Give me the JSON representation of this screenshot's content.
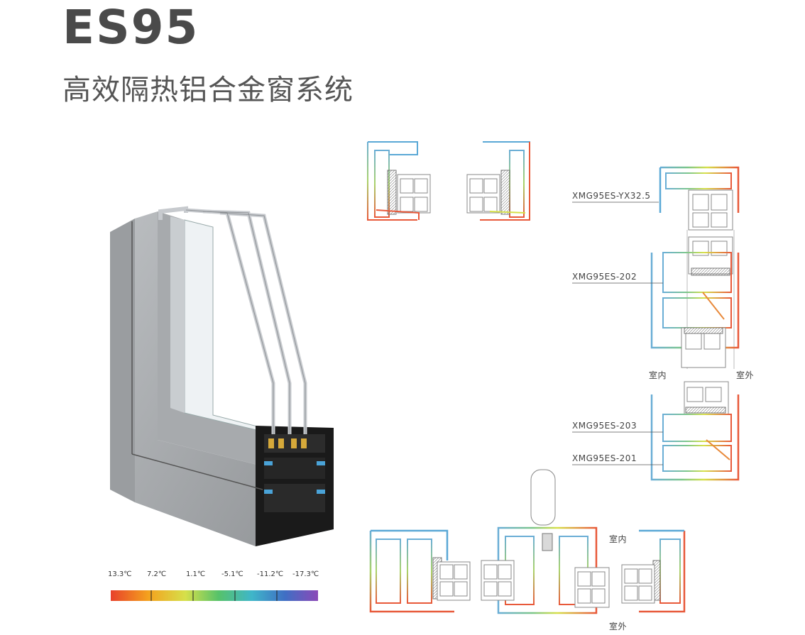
{
  "header": {
    "model": "ES95",
    "subtitle": "高效隔热铝合金窗系统"
  },
  "labels": {
    "yx": "XMG95ES-YX32.5",
    "p202": "XMG95ES-202",
    "p203": "XMG95ES-203",
    "p201": "XMG95ES-201",
    "indoor_right": "室内",
    "outdoor_right": "室外",
    "indoor_bottom": "室内",
    "outdoor_bottom": "室外"
  },
  "legend": {
    "ticks": [
      "13.3℃",
      "7.2℃",
      "1.1℃",
      "-5.1℃",
      "-11.2℃",
      "-17.3℃"
    ],
    "colors": [
      "#e8412a",
      "#f4a11e",
      "#d6e04a",
      "#56c26a",
      "#3fb6c9",
      "#3f6fc4",
      "#8b49b8"
    ]
  }
}
